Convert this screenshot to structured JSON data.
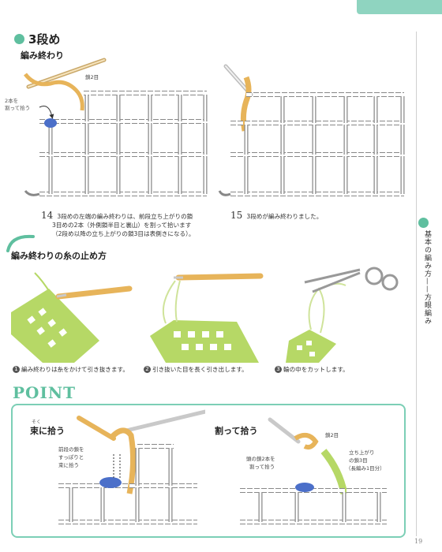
{
  "section": {
    "title": "3段め"
  },
  "finish": {
    "label": "編み終わり",
    "callout_chain2": "鎖2目",
    "callout_two_strands": "2本を\n割って拾う"
  },
  "step14": {
    "number": "14",
    "text_line1": "3段めの左端の編み終わりは、前段立ち上がりの鎖",
    "text_line2": "3目めの2本（外側鎖半目と裏山）を割って拾います",
    "text_line3": "（2段め以降の立ち上がりの鎖3目は表側きになる）。"
  },
  "step15": {
    "number": "15",
    "text": "3段めが編み終わりました。"
  },
  "fastening": {
    "title": "編み終わりの糸の止め方",
    "captions": [
      {
        "num": "1",
        "text": "編み終わりは糸をかけて引き抜きます。"
      },
      {
        "num": "2",
        "text": "引き抜いた目を長く引き出します。"
      },
      {
        "num": "3",
        "text": "輪の中をカットします。"
      }
    ]
  },
  "point": {
    "title": "POINT",
    "left_heading": "束に拾う",
    "left_ruby": "そく",
    "left_note_line1": "前段の鎖を",
    "left_note_line2": "すっぽりと",
    "left_note_line3": "束に拾う",
    "left_note_ruby": "そく",
    "right_heading": "割って拾う",
    "right_callout_chain2": "鎖2目",
    "right_callout_rise_line1": "立ち上がり",
    "right_callout_rise_line2": "の鎖3目",
    "right_callout_rise_line3": "（長編み1目分）",
    "right_note_line1": "頭の鎖2本を",
    "right_note_line2": "割って拾う"
  },
  "sidebar": {
    "tab_text": "基本の編み方——方眼編み"
  },
  "page": {
    "number": "19"
  },
  "colors": {
    "accent": "#5fbf9f",
    "yarn": "#e7b45a",
    "hook_blue": "#4b6fc9",
    "green_yarn": "#b6d866"
  }
}
